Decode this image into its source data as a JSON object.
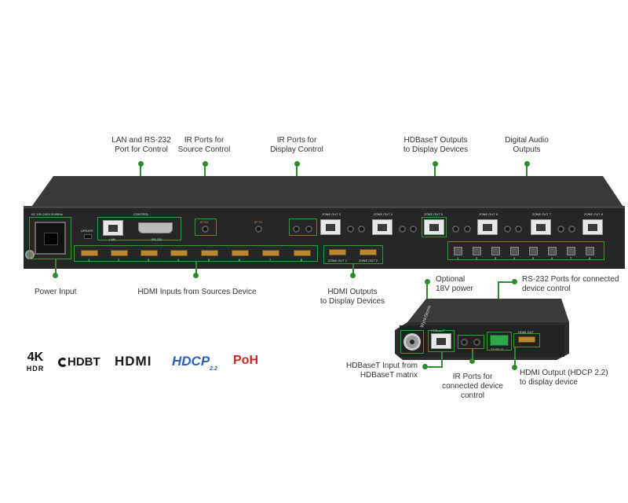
{
  "callouts": {
    "lan_rs232": [
      "LAN and RS-232",
      "Port for Control"
    ],
    "ir_source": [
      "IR Ports for",
      "Source Control"
    ],
    "ir_display": [
      "IR Ports for",
      "Display Control"
    ],
    "hdbaset_outputs": [
      "HDBaseT Outputs",
      "to Display Devices"
    ],
    "digital_audio": [
      "Digital Audio",
      "Outputs"
    ],
    "power_input": "Power Input",
    "hdmi_inputs": "HDMI Inputs from Sources Device",
    "hdmi_outputs": [
      "HDMI Outputs",
      "to Display Devices"
    ],
    "optional_power": [
      "Optional",
      "18V power"
    ],
    "rs232_connected": [
      "RS-232 Ports for connected",
      "device control"
    ],
    "hdbaset_input": [
      "HDBaseT Input from",
      "HDBaseT matrix"
    ],
    "ir_connected": [
      "IR Ports for",
      "connected device",
      "control"
    ],
    "hdmi_output_receiver": [
      "HDMI Output (HDCP 2.2)",
      "to display device"
    ]
  },
  "panel": {
    "ac_label": "AC 100-240V 50/60Hz",
    "update": "UPDATE",
    "control": "CONTROL",
    "lan": "LAN",
    "rs232": "RS-232",
    "ir_rx_1": "IR RX",
    "ir_tx": "IR TX",
    "zones": [
      "ZONE OUT 1",
      "ZONE OUT 2",
      "ZONE OUT 3",
      "ZONE OUT 4",
      "ZONE OUT 5",
      "ZONE OUT 6",
      "ZONE OUT 7",
      "ZONE OUT 8"
    ],
    "hdmi_inputs": [
      "1",
      "2",
      "3",
      "4",
      "5",
      "6",
      "7",
      "8"
    ],
    "audio_outputs": [
      "1",
      "2",
      "3",
      "4",
      "5",
      "6",
      "7",
      "8"
    ],
    "zone_hdmi": [
      "ZONE OUT 1",
      "ZONE OUT 2"
    ]
  },
  "receiver": {
    "brand": "WyreStorm",
    "hdbaset": "HDBaseT",
    "hdmi_out": "HDMI OUT",
    "rs232_pins": "TX RX G"
  },
  "logos": {
    "fourk_top": "4K",
    "fourk_bottom": "HDR",
    "hdbt": "HDBT",
    "hdmi": "HDMI",
    "hdcp": "HDCP",
    "hdcp_ver": "2.2",
    "poh": "PoH"
  },
  "colors": {
    "accent_green": "#2e8b2e",
    "device_body": "#2a2a2a",
    "hdmi_gold": "#b8892e"
  }
}
